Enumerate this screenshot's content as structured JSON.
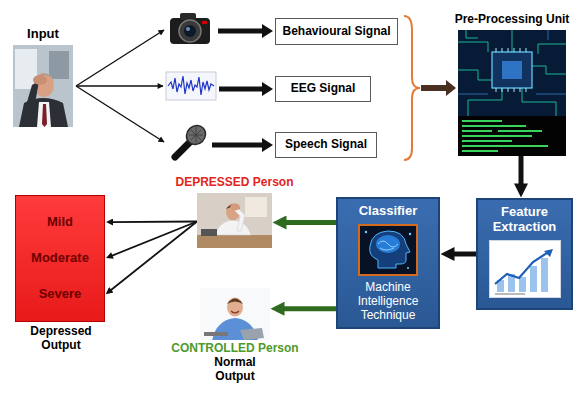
{
  "diagram": {
    "nodes": [
      {
        "text": [
          "Input"
        ]
      },
      {
        "text": [
          "Behavioural Signal"
        ]
      },
      {
        "text": [
          "EEG Signal"
        ]
      },
      {
        "text": [
          "Speech Signal"
        ]
      },
      {
        "text": [
          "Pre-Processing Unit"
        ]
      },
      {
        "text": [
          "Feature Extraction"
        ]
      },
      {
        "text": [
          "Classifier",
          "Machine Intelligence Technique"
        ]
      },
      {
        "text": [
          "DEPRESSED Person"
        ]
      },
      {
        "text": [
          "CONTROLLED Person",
          "Normal Output"
        ]
      },
      {
        "text": [
          "Mild",
          "Moderate",
          "Severe",
          "Depressed Output"
        ]
      }
    ],
    "edges": [
      {
        "from": 4,
        "to": 5,
        "arrow": "to"
      },
      {
        "from": 5,
        "to": 6,
        "arrow": "to"
      },
      {
        "from": 6,
        "to": 7,
        "arrow": "to"
      },
      {
        "from": 6,
        "to": 8,
        "arrow": "to"
      },
      {
        "from": 7,
        "to": 9,
        "arrow": "to"
      },
      {
        "from": 7,
        "to": 9,
        "arrow": "to"
      },
      {
        "from": 7,
        "to": 9,
        "arrow": "to"
      }
    ]
  }
}
